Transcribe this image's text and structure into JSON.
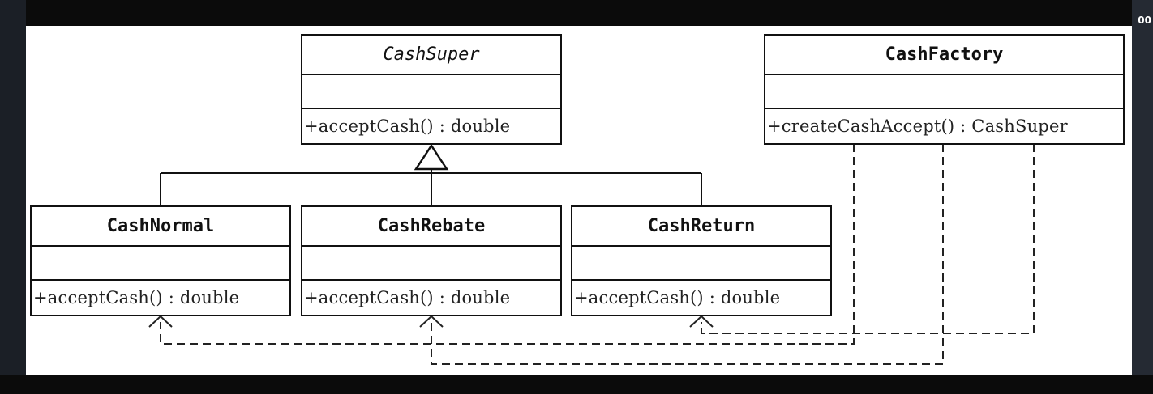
{
  "diagram": {
    "classes": {
      "cash_super": {
        "name": "CashSuper",
        "operation": "+acceptCash() : double"
      },
      "cash_factory": {
        "name": "CashFactory",
        "operation": "+createCashAccept() : CashSuper"
      },
      "cash_normal": {
        "name": "CashNormal",
        "operation": "+acceptCash() : double"
      },
      "cash_rebate": {
        "name": "CashRebate",
        "operation": "+acceptCash() : double"
      },
      "cash_return": {
        "name": "CashReturn",
        "operation": "+acceptCash() : double"
      }
    },
    "relations": [
      {
        "type": "generalization",
        "from": "CashNormal",
        "to": "CashSuper"
      },
      {
        "type": "generalization",
        "from": "CashRebate",
        "to": "CashSuper"
      },
      {
        "type": "generalization",
        "from": "CashReturn",
        "to": "CashSuper"
      },
      {
        "type": "dependency",
        "from": "CashFactory",
        "to": "CashNormal"
      },
      {
        "type": "dependency",
        "from": "CashFactory",
        "to": "CashRebate"
      },
      {
        "type": "dependency",
        "from": "CashFactory",
        "to": "CashReturn"
      }
    ]
  },
  "chrome": {
    "corner_text": "00"
  },
  "colors": {
    "line": "#111111",
    "background": "#ffffff",
    "frame": "#0e0e10"
  }
}
